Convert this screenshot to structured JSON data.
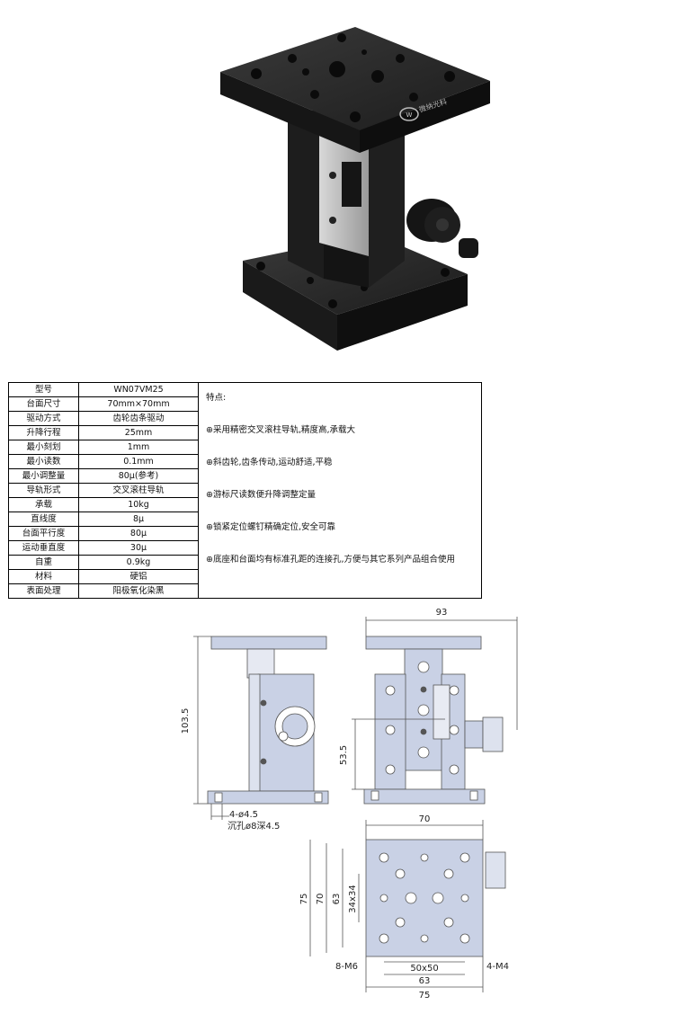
{
  "spec_rows": [
    {
      "k": "型号",
      "v": "WN07VM25"
    },
    {
      "k": "台面尺寸",
      "v": "70mm×70mm"
    },
    {
      "k": "驱动方式",
      "v": "齿轮齿条驱动"
    },
    {
      "k": "升降行程",
      "v": "25mm"
    },
    {
      "k": "最小刻划",
      "v": "1mm"
    },
    {
      "k": "最小读数",
      "v": "0.1mm"
    },
    {
      "k": "最小调整量",
      "v": "80μ(参考)"
    },
    {
      "k": "导轨形式",
      "v": "交叉滚柱导轨"
    },
    {
      "k": "承载",
      "v": "10kg"
    },
    {
      "k": "直线度",
      "v": "8μ"
    },
    {
      "k": "台面平行度",
      "v": "80μ"
    },
    {
      "k": "运动垂直度",
      "v": "30μ"
    },
    {
      "k": "自重",
      "v": "0.9kg"
    },
    {
      "k": "材料",
      "v": "硬铝"
    },
    {
      "k": "表面处理",
      "v": "阳极氧化染黑"
    }
  ],
  "features": {
    "title": "特点:",
    "items": [
      "⊕采用精密交叉滚柱导轨,精度高,承载大",
      "⊕斜齿轮,齿条传动,运动舒适,平稳",
      "⊕游标尺读数便升降调整定量",
      "⊕锁紧定位螺钉精确定位,安全可靠",
      "⊕底座和台面均有标准孔距的连接孔,方便与其它系列产品组合使用"
    ]
  },
  "logo_text": "微纳光科",
  "drawing": {
    "dim_93": "93",
    "dim_103_5": "103.5",
    "dim_53_5": "53.5",
    "hole_note_1": "4-ø4.5",
    "hole_note_2": "沉孔ø8深4.5",
    "dim_70_top": "70",
    "dim_75_left": "75",
    "dim_70_left": "70",
    "dim_63_left": "63",
    "dim_34x34": "34x34",
    "dim_50x50": "50x50",
    "dim_63_bottom": "63",
    "dim_75_bottom": "75",
    "label_8m6": "8-M6",
    "label_4m4": "4-M4"
  }
}
